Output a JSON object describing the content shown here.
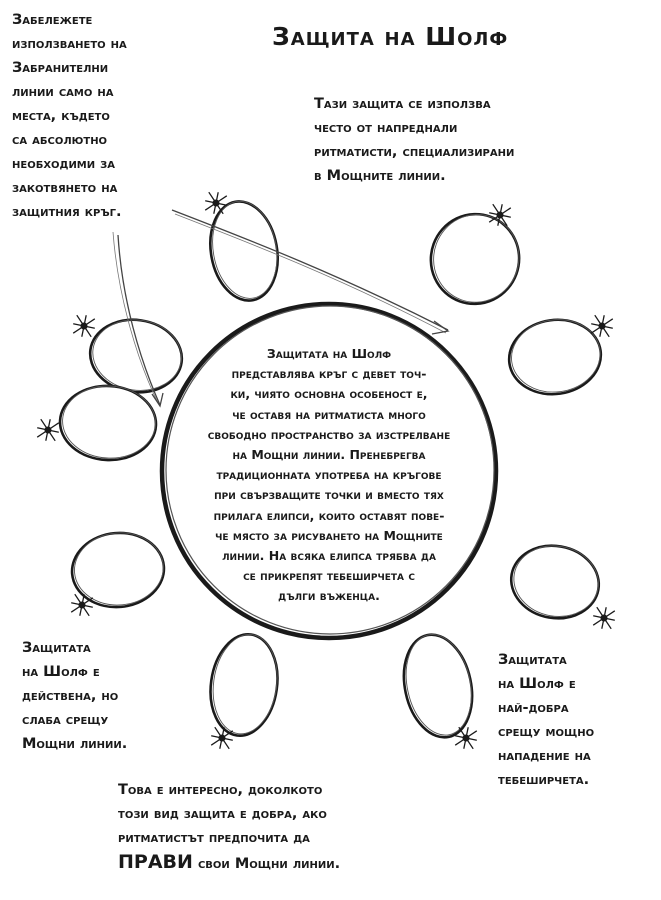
{
  "title": "Защита на Шолф",
  "notes": {
    "forbidding_lines": [
      "Забележете",
      "използването на",
      "Забранителни",
      "линии само на",
      "места, където",
      "са абсолютно",
      "необходими за",
      "закотвянето на",
      "защитния кръг."
    ],
    "advanced_users": [
      "Тази защита се използва",
      "често от напреднали",
      "ритматисти, специализирани",
      "в Мощните линии."
    ],
    "center": [
      "Защитата на Шолф",
      "представлява кръг с девет точ-",
      "ки, чиято основна особеност е,",
      "че оставя на ритматиста много",
      "свободно пространство за изстрелване",
      "на Мощни линии. Пренебрегва",
      "традиционната употреба на кръгове",
      "при свързващите точки и вместо тях",
      "прилага елипси, които оставят пове-",
      "че място за рисуването на Мощните",
      "линии. На всяка елипса трябва да",
      "се прикрепят тебеширчета с",
      "дълги въженца."
    ],
    "weak_against": [
      "Защитата",
      "на Шолф е",
      "действена, но",
      "слаба срещу",
      "Мощни линии."
    ],
    "best_against": [
      "Защитата",
      "на Шолф е",
      "най-добра",
      "срещу мощно",
      "нападение на",
      "тебеширчета."
    ],
    "bottom": {
      "line1": "Това е интересно, доколкото",
      "line2": "този вид защита е добра, ако",
      "line3": "ритматистът предпочита да",
      "line4_emph": "ПРАВИ",
      "line4_rest": " свои Мощни линии."
    }
  },
  "diagram": {
    "bindpoint_count": 9,
    "ellipse_count": 9,
    "chalkling_count": 9,
    "icons": [
      "chalkling-icon"
    ],
    "ink_color": "#1a1a1a"
  }
}
